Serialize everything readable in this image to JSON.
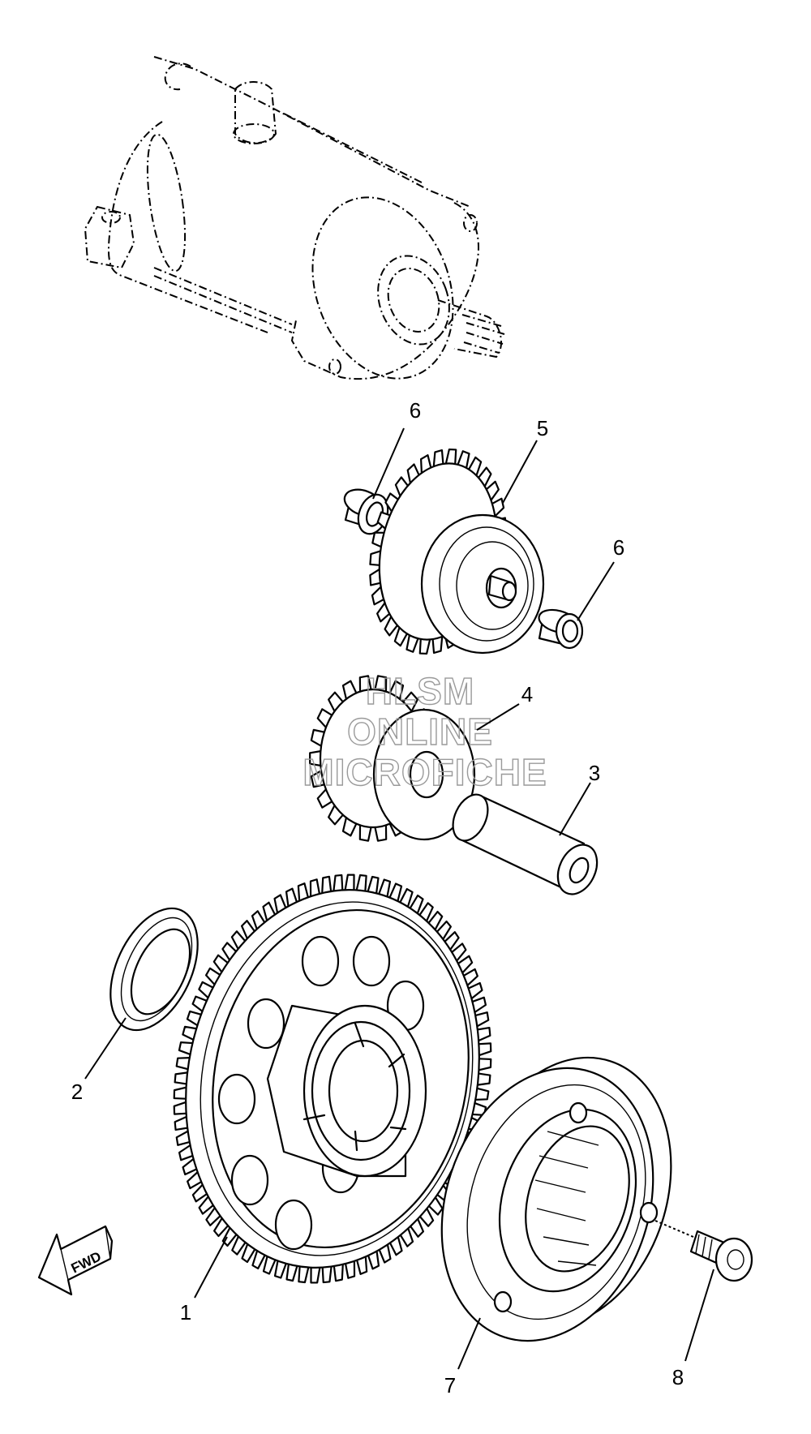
{
  "diagram": {
    "watermark": [
      "HLSM",
      "ONLINE",
      "MICROFICHE"
    ],
    "direction_arrow_label": "FWD",
    "callouts": [
      {
        "id": "1",
        "label": "1"
      },
      {
        "id": "2",
        "label": "2"
      },
      {
        "id": "3",
        "label": "3"
      },
      {
        "id": "4",
        "label": "4"
      },
      {
        "id": "5",
        "label": "5"
      },
      {
        "id": "6a",
        "label": "6"
      },
      {
        "id": "6b",
        "label": "6"
      },
      {
        "id": "7",
        "label": "7"
      },
      {
        "id": "8",
        "label": "8"
      }
    ]
  }
}
